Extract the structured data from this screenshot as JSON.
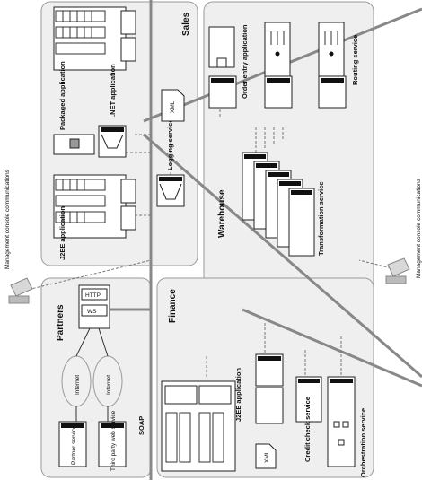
{
  "zones": {
    "sales": "Sales",
    "partners": "Partners",
    "finance": "Finance",
    "warehouse": "Warehouse"
  },
  "labels": {
    "packaged": "Packaged application",
    "net": ".NET application",
    "j2ee": "J2EE application",
    "logging": "Logging service",
    "xml": "XML",
    "order_entry": "Order entry application",
    "routing": "Routing service",
    "transformation": "Transformation service",
    "mgmt": "Management console communications",
    "http": "HTTP",
    "ws": "WS",
    "internet": "Internet",
    "partner_service": "Partner service",
    "third_party": "Third party web service",
    "soap": "SOAP",
    "credit_check": "Credit check service",
    "orchestration": "Orchestration service"
  },
  "colors": {
    "zone_fill": "#efefef",
    "zone_stroke": "#9a9a9a",
    "bus": "#8a8a8a",
    "service_bar": "#111111"
  },
  "icons": [
    "computer-icon",
    "server-rack-icon",
    "document-icon",
    "cloud-icon",
    "switch-icon"
  ]
}
